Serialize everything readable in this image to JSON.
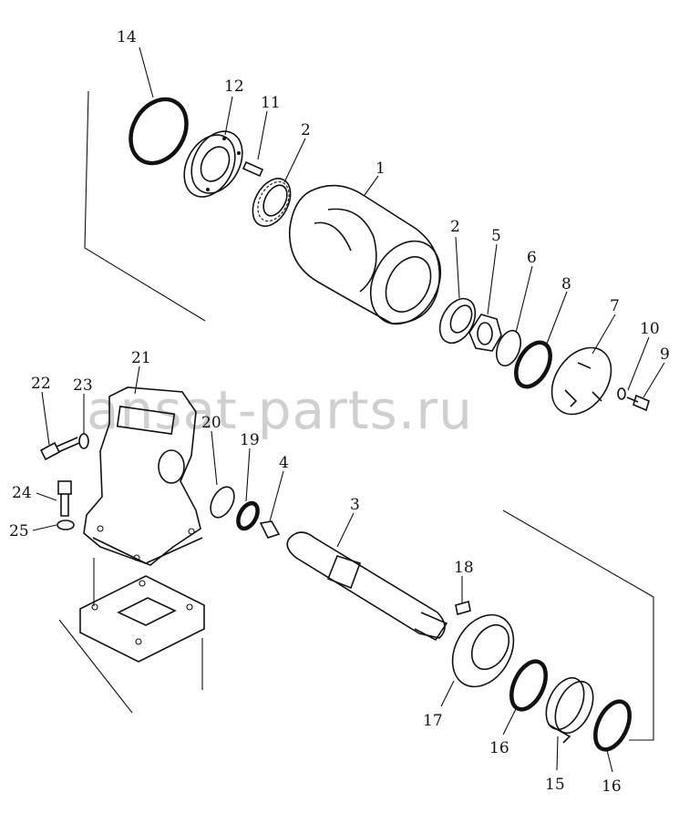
{
  "watermark": "ansat-parts.ru",
  "callouts": [
    {
      "id": "c14",
      "text": "14"
    },
    {
      "id": "c12",
      "text": "12"
    },
    {
      "id": "c11",
      "text": "11"
    },
    {
      "id": "c2a",
      "text": "2"
    },
    {
      "id": "c1",
      "text": "1"
    },
    {
      "id": "c2b",
      "text": "2"
    },
    {
      "id": "c5",
      "text": "5"
    },
    {
      "id": "c6",
      "text": "6"
    },
    {
      "id": "c8",
      "text": "8"
    },
    {
      "id": "c7",
      "text": "7"
    },
    {
      "id": "c10",
      "text": "10"
    },
    {
      "id": "c9",
      "text": "9"
    },
    {
      "id": "c21",
      "text": "21"
    },
    {
      "id": "c23",
      "text": "23"
    },
    {
      "id": "c22",
      "text": "22"
    },
    {
      "id": "c20",
      "text": "20"
    },
    {
      "id": "c19",
      "text": "19"
    },
    {
      "id": "c4",
      "text": "4"
    },
    {
      "id": "c3",
      "text": "3"
    },
    {
      "id": "c24",
      "text": "24"
    },
    {
      "id": "c25",
      "text": "25"
    },
    {
      "id": "c18",
      "text": "18"
    },
    {
      "id": "c17",
      "text": "17"
    },
    {
      "id": "c16a",
      "text": "16"
    },
    {
      "id": "c15",
      "text": "15"
    },
    {
      "id": "c16b",
      "text": "16"
    }
  ]
}
